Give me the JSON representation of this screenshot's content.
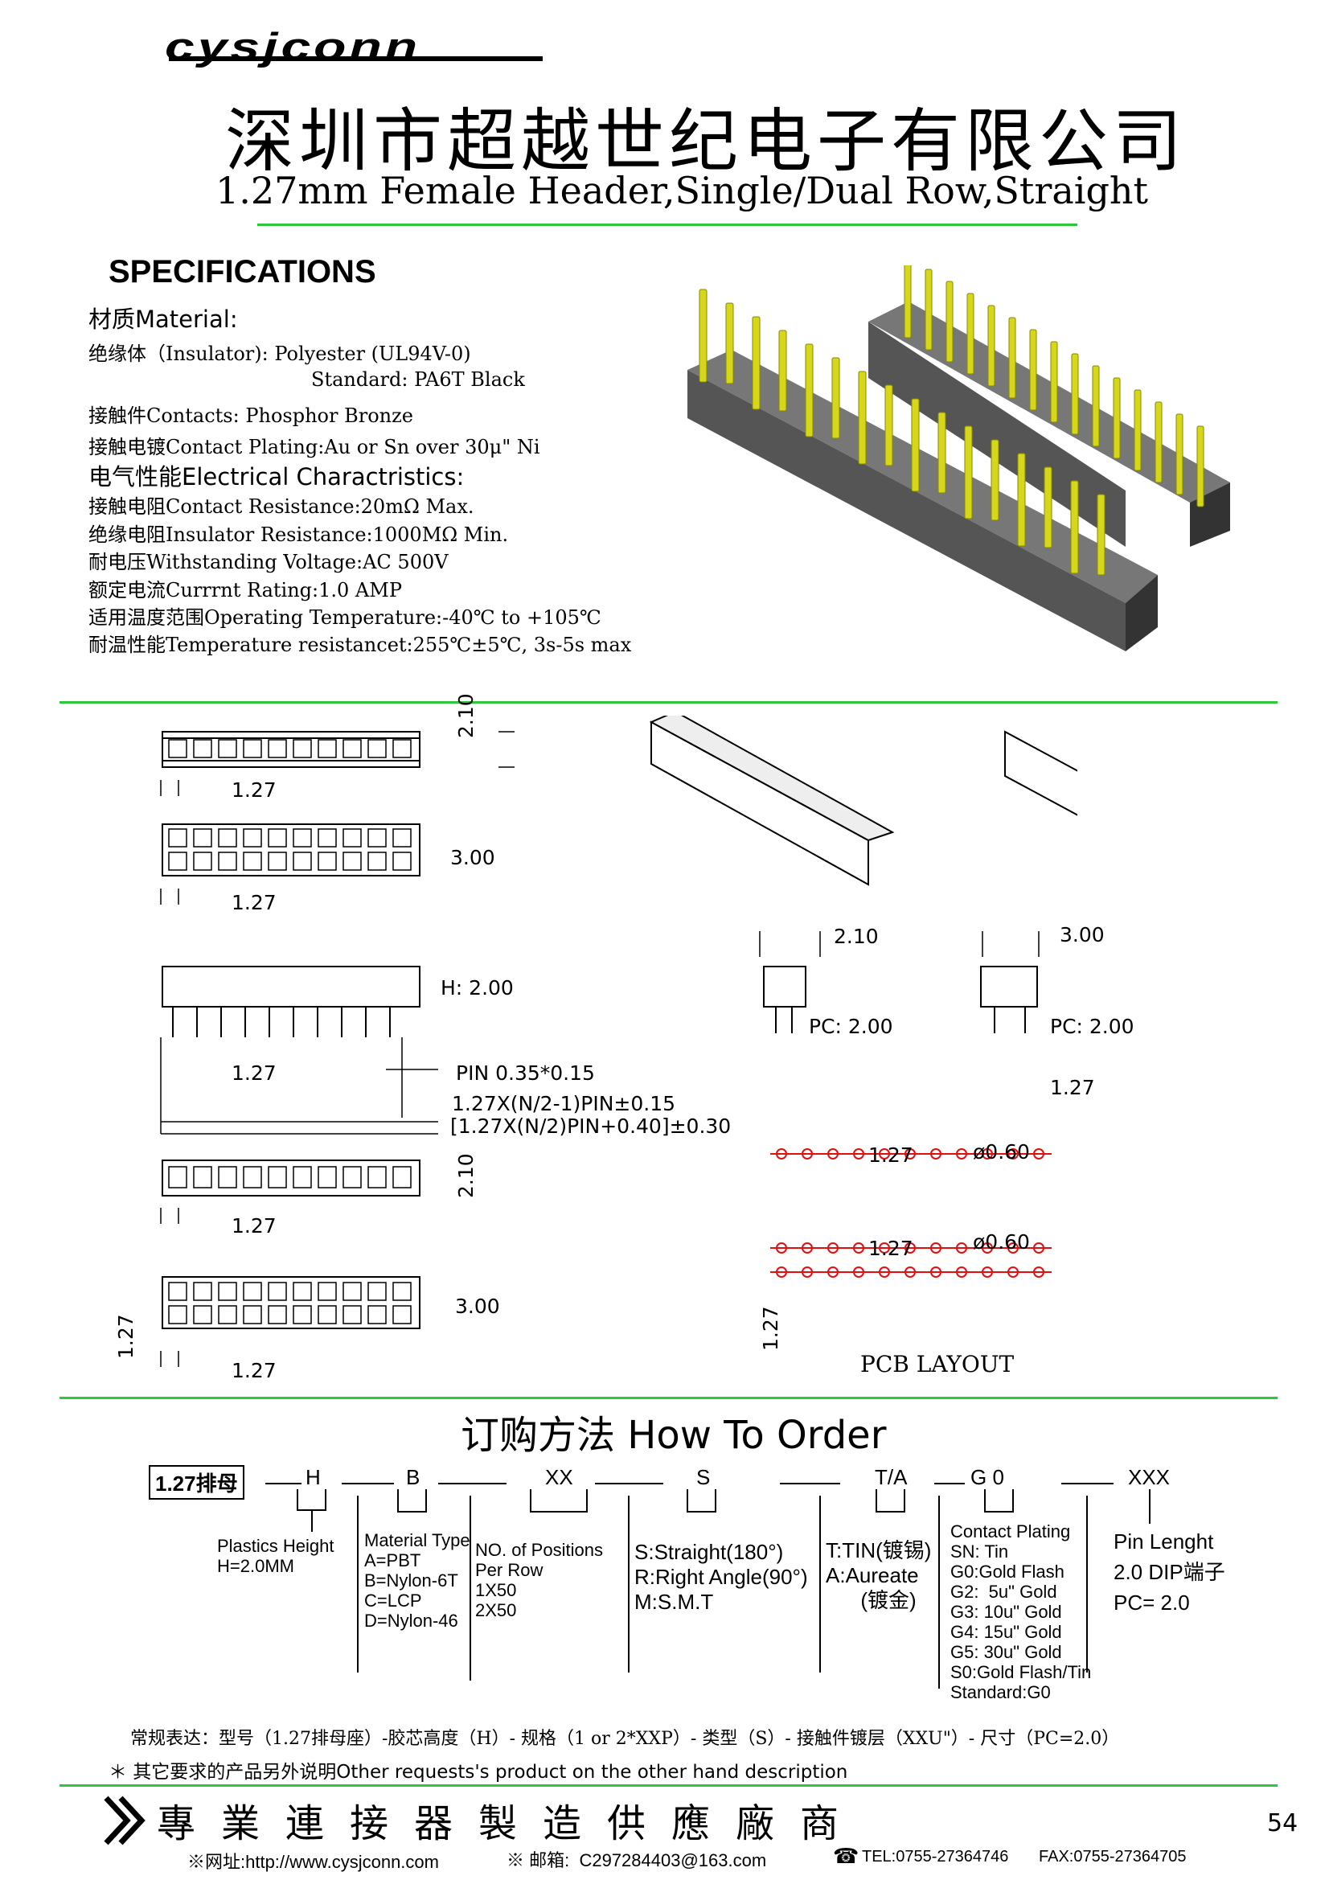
{
  "header": {
    "logo_text": "cysjconn",
    "company": "深圳市超越世纪电子有限公司",
    "subtitle": "1.27mm Female Header,Single/Dual Row,Straight"
  },
  "specs": {
    "title": "SPECIFICATIONS",
    "material_head": "材质Material:",
    "insulator": "绝缘体（Insulator): Polyester (UL94V-0)",
    "insulator_std": "Standard: PA6T Black",
    "contacts": "接触件Contacts: Phosphor Bronze",
    "plating": "接触电镀Contact Plating:Au or Sn over 30μ\" Ni",
    "electrical_head": "电气性能Electrical Charactristics:",
    "contact_res": "接触电阻Contact Resistance:20mΩ Max.",
    "insulator_res": "绝缘电阻Insulator Resistance:1000MΩ Min.",
    "voltage": "耐电压Withstanding Voltage:AC 500V",
    "current": "额定电流Currrnt Rating:1.0 AMP",
    "temp": "适用温度范围Operating Temperature:-40℃ to +105℃",
    "temp_res": "耐温性能Temperature resistancet:255℃±5℃, 3s-5s max"
  },
  "drawing": {
    "d210": "2.10",
    "d300": "3.00",
    "d127": "1.27",
    "h200": "H: 2.00",
    "pc200": "PC: 2.00",
    "pin": "PIN 0.35*0.15",
    "formula1": "1.27X(N/2-1)PIN±0.15",
    "formula2": "[1.27X(N/2)PIN+0.40]±0.30",
    "hole": "ø0.60",
    "pcb_layout": "PCB LAYOUT"
  },
  "order": {
    "title": "订购方法 How To Order",
    "code_box": "1.27排母",
    "codes": [
      "H",
      "B",
      "XX",
      "S",
      "T/A",
      "G 0",
      "XXX"
    ],
    "height_label": "Plastics Height\nH=2.0MM",
    "material_label": "Material Type\nA=PBT\nB=Nylon-6T\nC=LCP\nD=Nylon-46",
    "positions_label": "NO. of Positions\nPer Row\n1X50\n2X50",
    "type_label": "S:Straight(180°)\nR:Right Angle(90°)\nM:S.M.T",
    "tin_label": "T:TIN(镀锡)\nA:Aureate\n      (镀金)",
    "plating_label": "Contact Plating\nSN: Tin\nG0:Gold Flash\nG2:  5u\" Gold\nG3: 10u\" Gold\nG4: 15u\" Gold\nG5: 30u\" Gold\nS0:Gold Flash/Tin\nStandard:G0",
    "pin_length_label": "Pin Lenght\n2.0 DIP端子\nPC= 2.0",
    "regular_expr": "常规表达：型号（1.27排母座）-胶芯高度（H）- 规格（1 or 2*XXP）- 类型（S）- 接触件镀层（XXU\"）- 尺寸（PC=2.0）",
    "other_requests": "＊ 其它要求的产品另外说明Other requests's product on the other hand description"
  },
  "footer": {
    "motto": "專業連接器製造供應廠商",
    "page_number": "54",
    "website": "※网址:http://www.cysjconn.com",
    "email": "※ 邮箱:  C297284403@163.com",
    "tel": "TEL:0755-27364746",
    "fax": "FAX:0755-27364705"
  },
  "colors": {
    "accent_green": "#2ec73b",
    "pin_gold": "#d6d61a",
    "pcb_red": "#e01010"
  }
}
